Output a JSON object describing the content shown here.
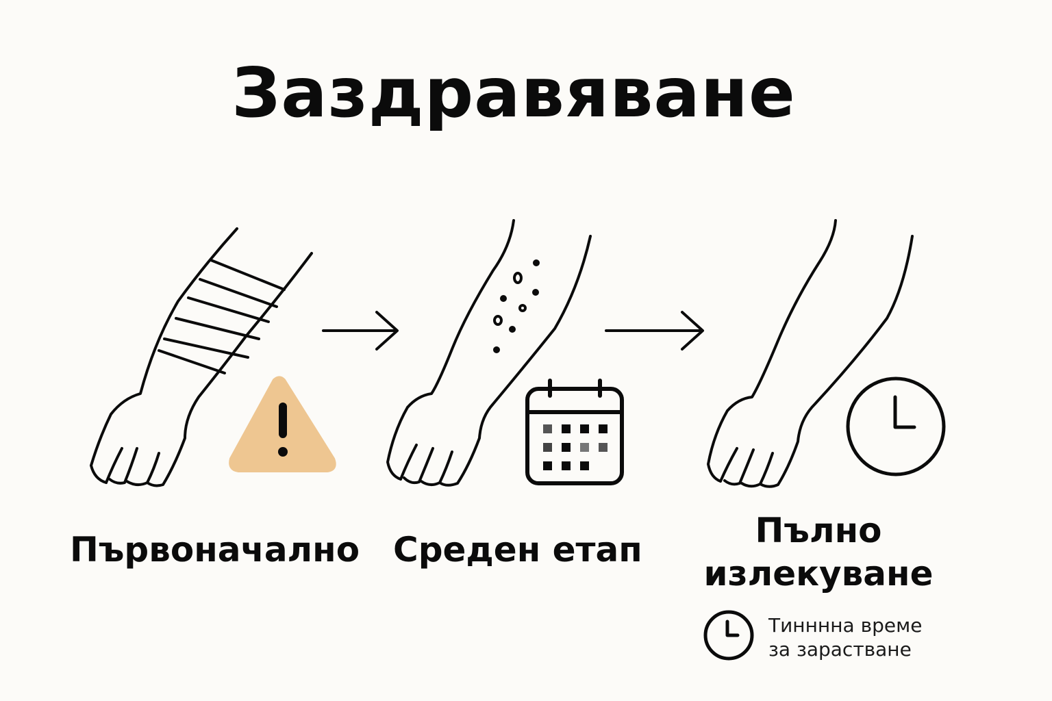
{
  "title": "Заздравяване",
  "stages": [
    {
      "label": "Първоначално",
      "icon": "warning-icon"
    },
    {
      "label": "Среден етап",
      "icon": "calendar-icon"
    },
    {
      "label": "Пълно излекуване",
      "icon": "clock-icon"
    }
  ],
  "note": {
    "line1": "Тинннна време",
    "line2": "за зарастване",
    "icon": "clock-icon"
  },
  "colors": {
    "background": "#fcfbf8",
    "ink": "#0b0b0b",
    "warning_fill": "#eec691"
  }
}
